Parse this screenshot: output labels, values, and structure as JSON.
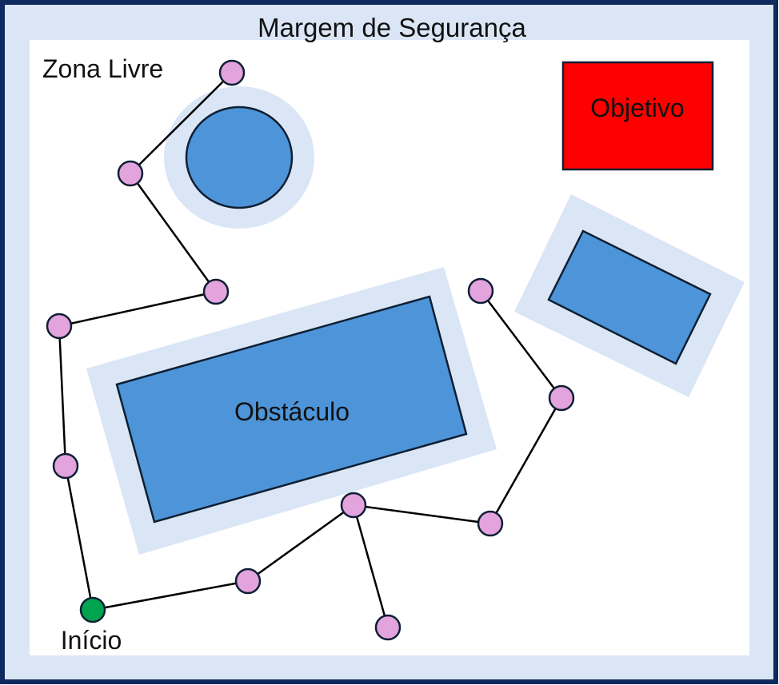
{
  "labels": {
    "safety_margin": "Margem de Segurança",
    "free_zone": "Zona Livre",
    "goal": "Objetivo",
    "obstacle": "Obstáculo",
    "start": "Início"
  },
  "colors": {
    "frame": "#0f2a5e",
    "margin": "#dae6f5",
    "obstacle_fill": "#4e94d8",
    "obstacle_stroke": "#0e1f33",
    "goal_fill": "#ff0000",
    "node_fill": "#e3a3dd",
    "start_fill": "#00a44f",
    "edge": "#000000"
  }
}
